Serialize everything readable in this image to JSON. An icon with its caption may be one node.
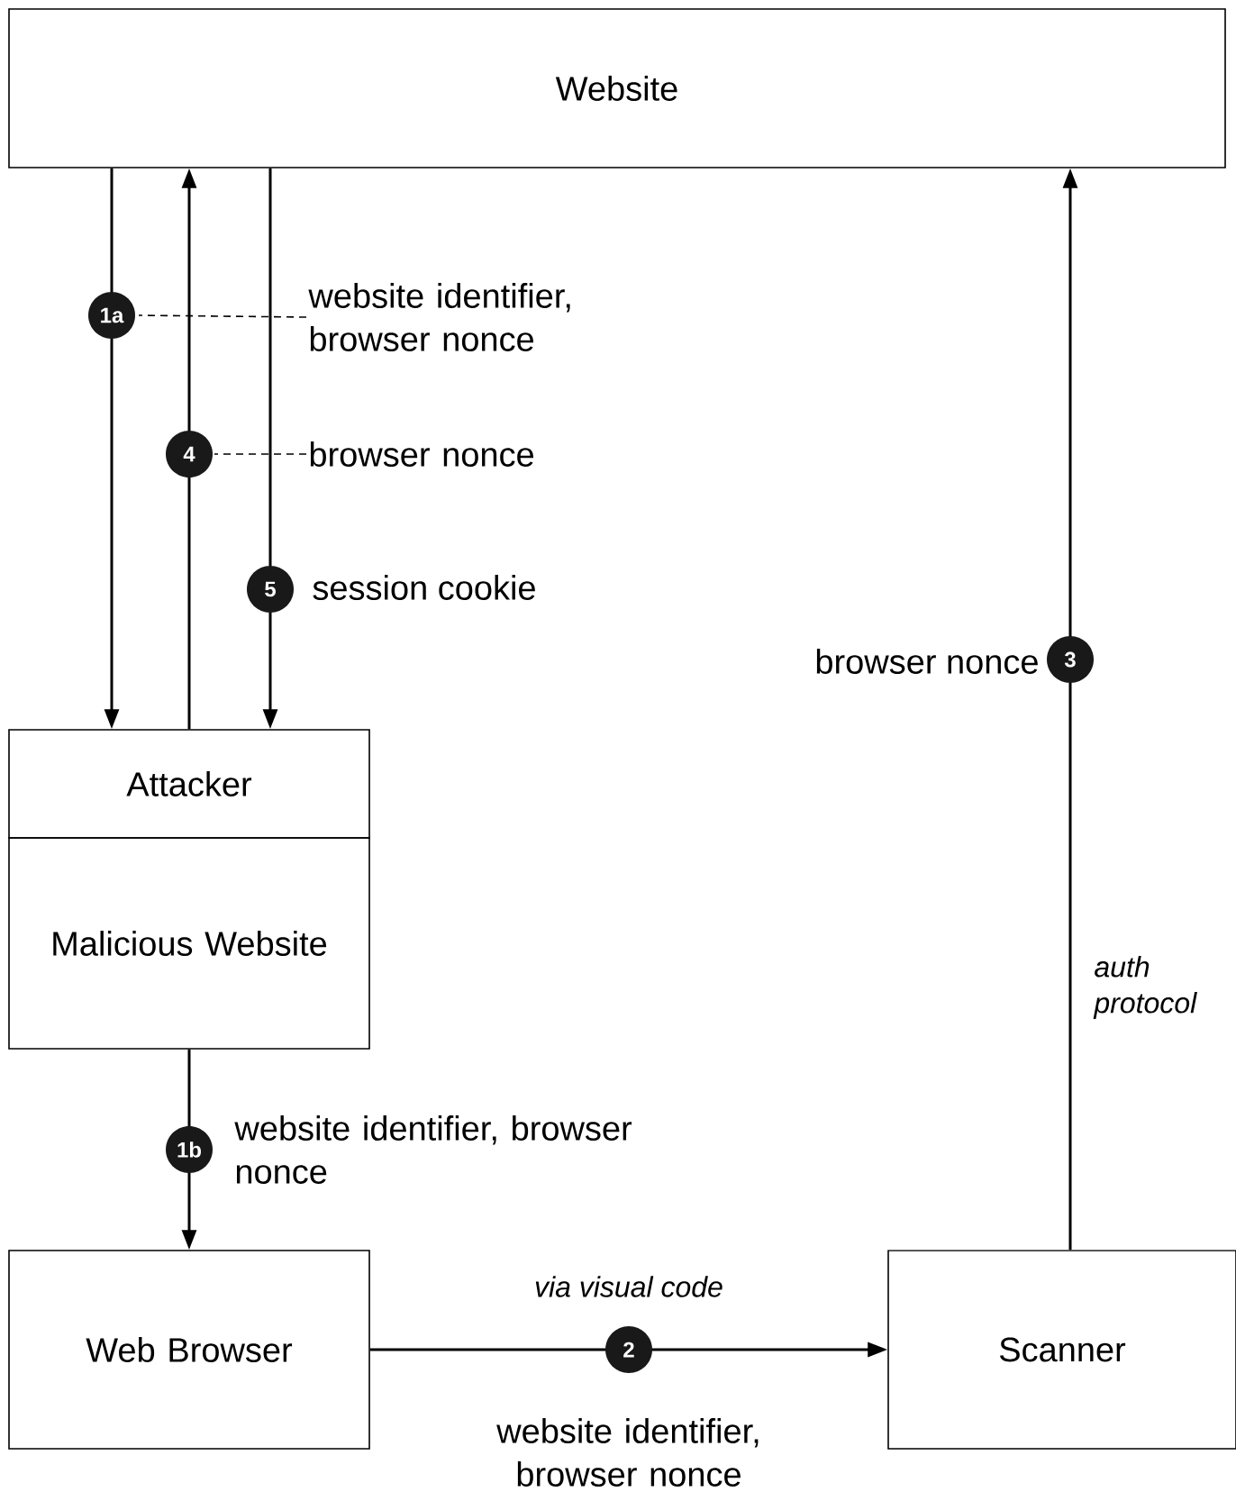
{
  "diagram": {
    "nodes": [
      {
        "text": [
          "Website"
        ]
      },
      {
        "text": [
          "Attacker"
        ]
      },
      {
        "text": [
          "Malicious Website"
        ]
      },
      {
        "text": [
          "Web Browser"
        ]
      },
      {
        "text": [
          "Scanner"
        ]
      },
      {
        "text": [
          "website identifier, browser nonce"
        ]
      },
      {
        "text": [
          "browser nonce"
        ]
      }
    ],
    "edges": [
      {
        "from": 0,
        "to": 1,
        "arrow": "to",
        "label": "1a"
      },
      {
        "from": 1,
        "to": 0,
        "arrow": "to",
        "label": "4"
      },
      {
        "from": 0,
        "to": 1,
        "arrow": "to",
        "label": "5"
      },
      {
        "from": 2,
        "to": 3,
        "arrow": "to",
        "label": "1b"
      },
      {
        "from": 3,
        "to": 4,
        "arrow": "to",
        "label": "2"
      },
      {
        "from": 4,
        "to": 0,
        "arrow": "to",
        "label": "3"
      },
      {
        "from": 5,
        "to": null,
        "arrow": "none",
        "style": "dashed"
      },
      {
        "from": 6,
        "to": null,
        "arrow": "none",
        "style": "dashed"
      }
    ],
    "labels": [
      "session cookie",
      "browser nonce",
      "auth protocol",
      "website identifier, browser nonce",
      "via visual code",
      "website identifier, browser nonce"
    ]
  }
}
